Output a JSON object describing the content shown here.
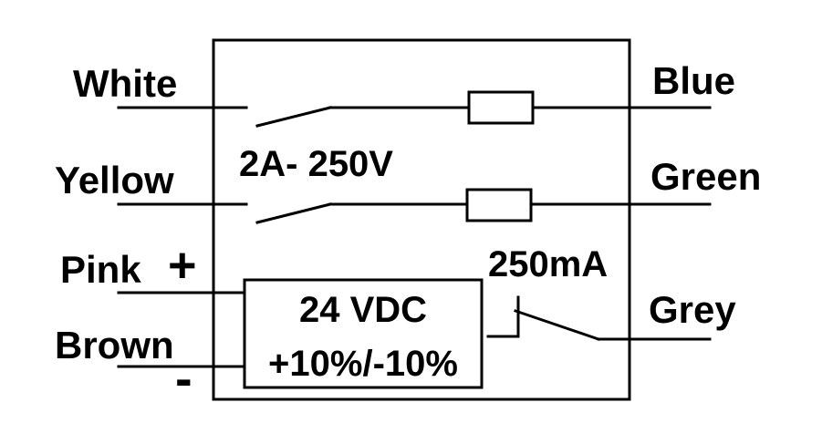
{
  "wires_left": {
    "white": "White",
    "yellow": "Yellow",
    "pink": "Pink",
    "brown": "Brown"
  },
  "wires_right": {
    "blue": "Blue",
    "green": "Green",
    "grey": "Grey"
  },
  "polarity": {
    "plus": "+",
    "minus": "-"
  },
  "relay_rating": "2A- 250V",
  "output_rating": "250mA",
  "supply": {
    "line1": "24 VDC",
    "line2": "+10%/-10%"
  }
}
